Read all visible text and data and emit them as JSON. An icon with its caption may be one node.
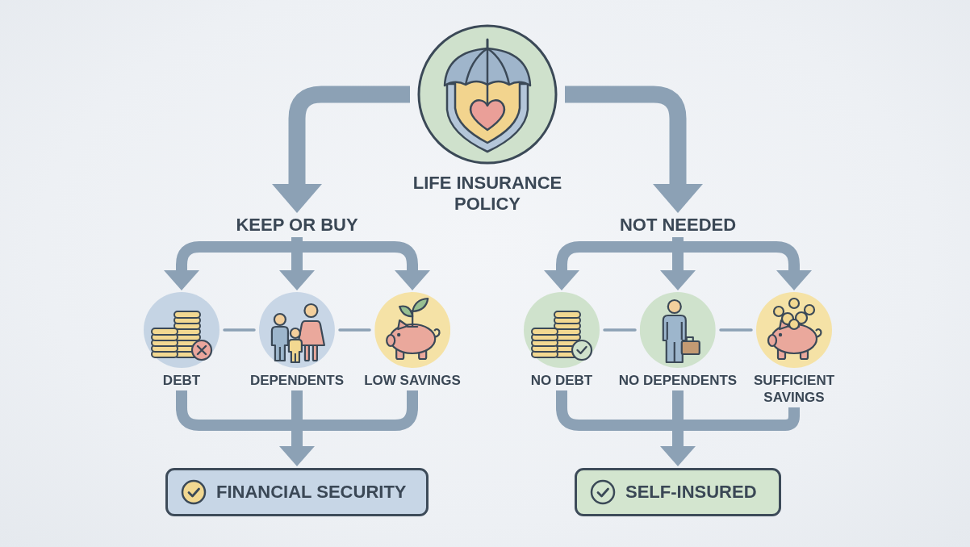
{
  "diagram": {
    "nodes": [
      {
        "text": [
          "LIFE INSURANCE POLICY"
        ]
      },
      {
        "text": [
          "KEEP OR BUY"
        ]
      },
      {
        "text": [
          "NOT NEEDED"
        ]
      },
      {
        "text": [
          "DEBT"
        ]
      },
      {
        "text": [
          "DEPENDENTS"
        ]
      },
      {
        "text": [
          "LOW SAVINGS"
        ]
      },
      {
        "text": [
          "NO DEBT"
        ]
      },
      {
        "text": [
          "NO DEPENDENTS"
        ]
      },
      {
        "text": [
          "SUFFICIENT SAVINGS"
        ]
      },
      {
        "text": [
          "FINANCIAL SECURITY"
        ]
      },
      {
        "text": [
          "SELF-INSURED"
        ]
      }
    ],
    "edges": [
      {
        "from": 0,
        "to": 1,
        "arrow": "to"
      },
      {
        "from": 0,
        "to": 2,
        "arrow": "to"
      },
      {
        "from": 1,
        "to": 3,
        "arrow": "to"
      },
      {
        "from": 1,
        "to": 4,
        "arrow": "to"
      },
      {
        "from": 1,
        "to": 5,
        "arrow": "to"
      },
      {
        "from": 2,
        "to": 6,
        "arrow": "to"
      },
      {
        "from": 2,
        "to": 7,
        "arrow": "to"
      },
      {
        "from": 2,
        "to": 8,
        "arrow": "to"
      },
      {
        "from": 3,
        "to": 4,
        "arrow": "none"
      },
      {
        "from": 4,
        "to": 5,
        "arrow": "none"
      },
      {
        "from": 6,
        "to": 7,
        "arrow": "none"
      },
      {
        "from": 7,
        "to": 8,
        "arrow": "none"
      },
      {
        "from": 3,
        "to": 9,
        "arrow": "to"
      },
      {
        "from": 4,
        "to": 9,
        "arrow": "to"
      },
      {
        "from": 5,
        "to": 9,
        "arrow": "to"
      },
      {
        "from": 6,
        "to": 10,
        "arrow": "to"
      },
      {
        "from": 7,
        "to": 10,
        "arrow": "to"
      },
      {
        "from": 8,
        "to": 10,
        "arrow": "to"
      }
    ]
  }
}
